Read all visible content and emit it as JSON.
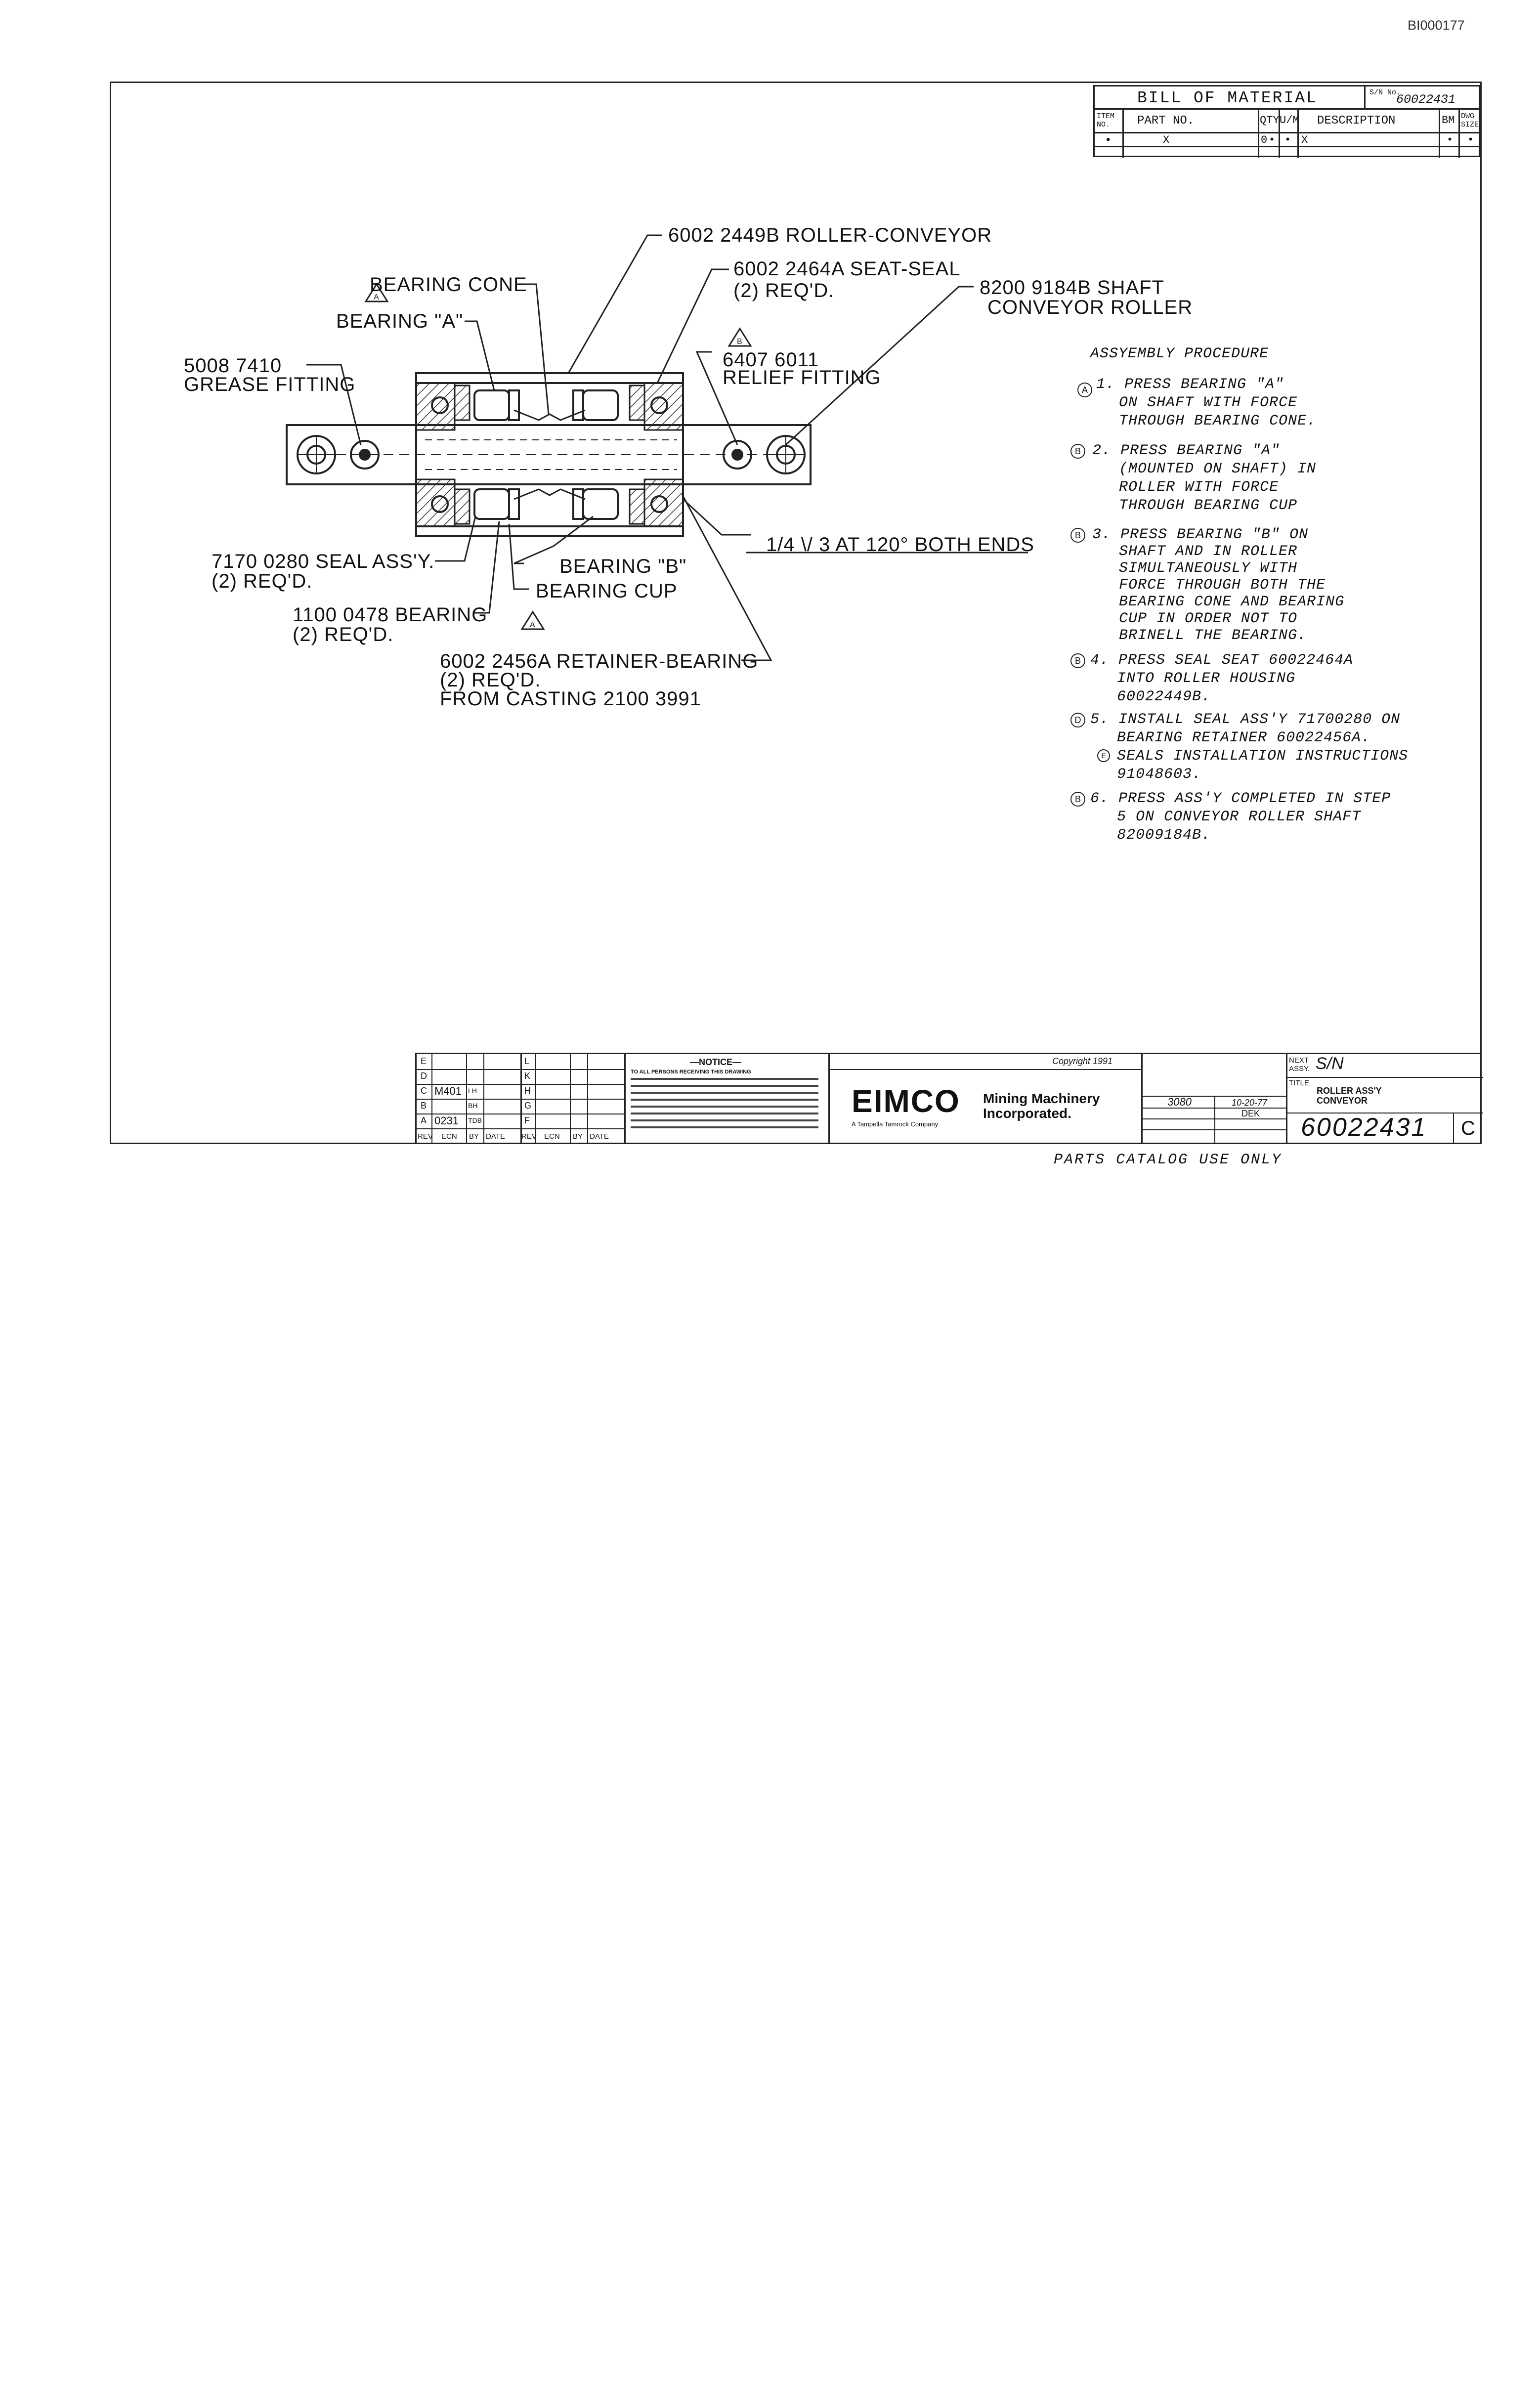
{
  "doc_id": "BI000177",
  "bom": {
    "title": "BILL OF MATERIAL",
    "sn_label": "S/N No.",
    "sn_value": "60022431",
    "headers": {
      "item": "ITEM NO.",
      "part": "PART NO.",
      "qty": "QTY",
      "um": "U/M",
      "desc": "DESCRIPTION",
      "bm": "BM",
      "size": "DWG SIZE"
    },
    "row": {
      "item": "•",
      "part": "X",
      "qty": "0",
      "dot": "•",
      "um": "•",
      "desc": "X",
      "bm": "•",
      "size": "•"
    }
  },
  "callouts": {
    "roller": "6002 2449B ROLLER-CONVEYOR",
    "seat_seal_1": "6002 2464A SEAT-SEAL",
    "seat_seal_2": "(2) REQ'D.",
    "shaft_1": "8200 9184B SHAFT",
    "shaft_2": "CONVEYOR ROLLER",
    "bearing_cone": "BEARING CONE",
    "bearing_a": "BEARING \"A\"",
    "grease_1": "5008 7410",
    "grease_2": "GREASE FITTING",
    "relief_1": "6407 6011",
    "relief_2": "RELIEF FITTING",
    "seal_assy_1": "7170 0280 SEAL ASS'Y.",
    "seal_assy_2": "(2) REQ'D.",
    "bearing_b": "BEARING \"B\"",
    "bearing_cup": "BEARING CUP",
    "bearing_1100_1": "1100 0478 BEARING",
    "bearing_1100_2": "(2) REQ'D.",
    "weld": "1/4 \\/ 3 AT 120° BOTH ENDS",
    "retainer_1": "6002 2456A RETAINER-BEARING",
    "retainer_2": "(2) REQ'D.",
    "retainer_3": "FROM CASTING 2100 3991",
    "flag_a": "A",
    "flag_b": "B",
    "flag_c": "A"
  },
  "procedure": {
    "title": "ASSYEMBLY PROCEDURE",
    "steps": [
      {
        "mark": "A",
        "lines": [
          "1. PRESS BEARING \"A\"",
          "ON SHAFT WITH FORCE",
          "THROUGH BEARING CONE."
        ]
      },
      {
        "mark": "B",
        "lines": [
          "2. PRESS BEARING \"A\"",
          "(MOUNTED ON SHAFT) IN",
          "ROLLER WITH FORCE",
          "THROUGH BEARING CUP"
        ]
      },
      {
        "mark": "B",
        "lines": [
          "3. PRESS BEARING \"B\" ON",
          "SHAFT AND IN ROLLER",
          "SIMULTANEOUSLY WITH",
          "FORCE THROUGH BOTH THE",
          "BEARING CONE AND BEARING",
          "CUP IN ORDER NOT TO",
          "BRINELL THE BEARING."
        ]
      },
      {
        "mark": "B",
        "lines": [
          "4. PRESS SEAL SEAT 60022464A",
          "INTO ROLLER HOUSING",
          "60022449B."
        ]
      },
      {
        "mark": "D",
        "lines": [
          "5. INSTALL SEAL ASS'Y 71700280 ON",
          "BEARING RETAINER 60022456A.",
          "SEALS INSTALLATION INSTRUCTIONS",
          "91048603."
        ]
      },
      {
        "mark": "B",
        "lines": [
          "6. PRESS ASS'Y COMPLETED IN STEP",
          "5 ON CONVEYOR ROLLER SHAFT",
          "82009184B."
        ]
      }
    ]
  },
  "titleblock": {
    "rev_left": [
      [
        "E",
        "",
        "",
        "",
        ""
      ],
      [
        "D",
        "",
        "",
        "",
        ""
      ],
      [
        "C",
        "M401",
        "LH",
        "",
        ""
      ],
      [
        "B",
        "",
        "BH",
        "",
        ""
      ],
      [
        "A",
        "0231",
        "TDB",
        "",
        ""
      ]
    ],
    "rev_right": [
      "L",
      "K",
      "H",
      "G",
      "F"
    ],
    "rev_head": [
      "REV",
      "ECN",
      "BY",
      "DATE",
      "REV",
      "ECN",
      "BY",
      "DATE"
    ],
    "notice_title": "—NOTICE—",
    "notice_lead": "TO ALL PERSONS RECEIVING THIS DRAWING",
    "copyright": "Copyright 1991",
    "company_logo": "EIMCO",
    "company_line1": "Mining Machinery",
    "company_line2": "Incorporated.",
    "company_sub": "A Tampella Tamrock Company",
    "next_assy_label": "NEXT ASSY.",
    "next_assy_value": "S/N",
    "title_label": "TITLE",
    "title_line1": "ROLLER ASS'Y",
    "title_line2": "CONVEYOR",
    "model": "3080",
    "date": "10-20-77",
    "drawn": "DEK",
    "part_no": "60022431",
    "size": "C"
  },
  "footer": "PARTS CATALOG USE ONLY"
}
